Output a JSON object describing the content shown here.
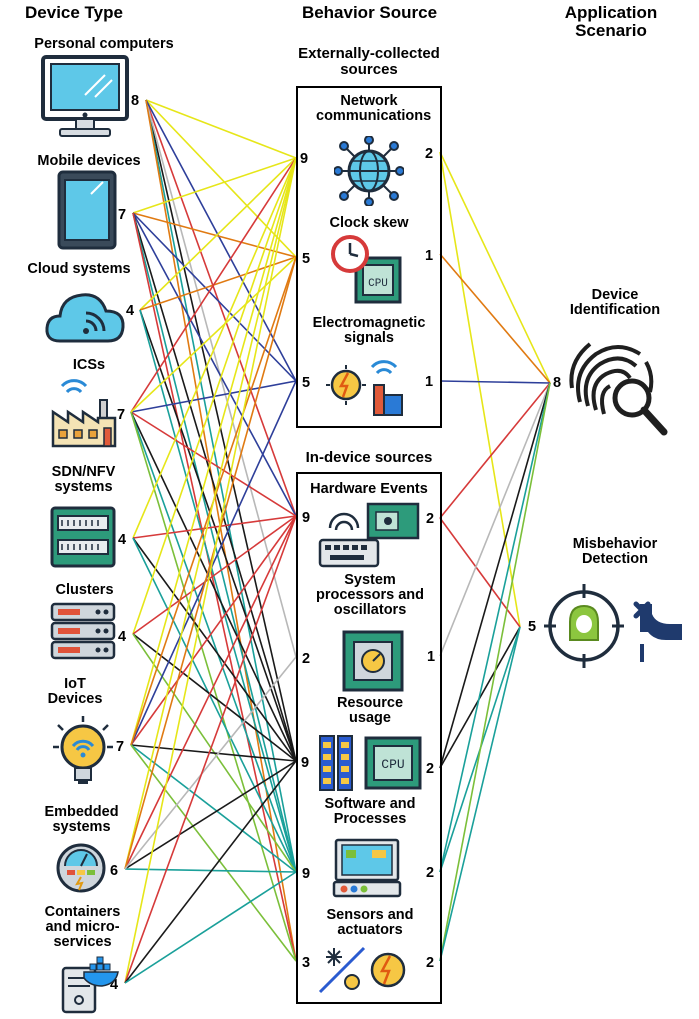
{
  "columns": {
    "device_type": "Device Type",
    "behavior_source": "Behavior Source",
    "application_scenario": "Application Scenario"
  },
  "devices": [
    {
      "label": "Personal computers",
      "count": "8",
      "icon": "monitor-icon"
    },
    {
      "label": "Mobile devices",
      "count": "7",
      "icon": "smartphone-icon"
    },
    {
      "label": "Cloud systems",
      "count": "4",
      "icon": "cloud-wifi-icon"
    },
    {
      "label": "ICSs",
      "count": "7",
      "icon": "factory-icon"
    },
    {
      "label": "SDN/NFV systems",
      "count": "4",
      "icon": "network-switch-icon"
    },
    {
      "label": "Clusters",
      "count": "4",
      "icon": "server-rack-icon"
    },
    {
      "label": "IoT Devices",
      "count": "7",
      "icon": "smart-bulb-icon"
    },
    {
      "label": "Embedded systems",
      "count": "6",
      "icon": "embedded-gauge-icon"
    },
    {
      "label": "Containers and micro-services",
      "count": "4",
      "icon": "docker-server-icon"
    }
  ],
  "groups": {
    "external": "Externally-collected sources",
    "indevice": "In-device sources"
  },
  "sources": [
    {
      "label": "Network communications",
      "in": "9",
      "out": "2",
      "icon": "network-globe-icon"
    },
    {
      "label": "Clock skew",
      "in": "5",
      "out": "1",
      "icon": "clock-cpu-icon"
    },
    {
      "label": "Electromagnetic signals",
      "in": "5",
      "out": "1",
      "icon": "em-signal-icon"
    },
    {
      "label": "Hardware Events",
      "in": "9",
      "out": "2",
      "icon": "keyboard-card-icon"
    },
    {
      "label": "System processors and oscillators",
      "in": "2",
      "out": "1",
      "icon": "processor-chip-icon"
    },
    {
      "label": "Resource usage",
      "in": "9",
      "out": "2",
      "icon": "ram-cpu-icon"
    },
    {
      "label": "Software and Processes",
      "in": "9",
      "out": "2",
      "icon": "computer-process-icon"
    },
    {
      "label": "Sensors and actuators",
      "in": "3",
      "out": "2",
      "icon": "sensor-actuator-icon"
    }
  ],
  "applications": [
    {
      "label": "Device Identification",
      "count": "8",
      "icon": "fingerprint-search-icon"
    },
    {
      "label": "Misbehavior Detection",
      "count": "5",
      "icon": "hacker-target-icon"
    }
  ],
  "line_colors": [
    "#e6e619",
    "#d63a3a",
    "#2e3f9a",
    "#e07a12",
    "#1aa09a",
    "#1a1a1a",
    "#7bbf3a",
    "#b8b8b8"
  ]
}
